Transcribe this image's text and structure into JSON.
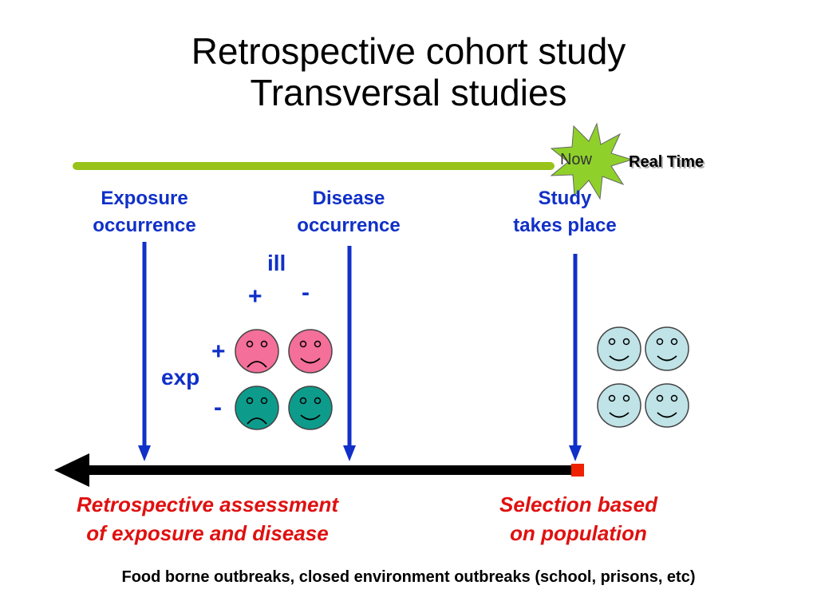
{
  "title": {
    "line1": "Retrospective cohort study",
    "line2": "Transversal studies"
  },
  "timeline": {
    "now_label": "Now",
    "real_time_label": "Real Time"
  },
  "stages": {
    "exposure": {
      "line1": "Exposure",
      "line2": "occurrence"
    },
    "disease": {
      "line1": "Disease",
      "line2": "occurrence"
    },
    "study": {
      "line1": "Study",
      "line2": "takes place"
    }
  },
  "table": {
    "ill_label": "ill",
    "col_plus": "+",
    "col_minus": "-",
    "exp_label": "exp",
    "row_plus": "+",
    "row_minus": "-"
  },
  "bottom_labels": {
    "retrospective": {
      "line1": "Retrospective assessment",
      "line2": "of exposure and disease"
    },
    "selection": {
      "line1": "Selection based",
      "line2": "on population"
    }
  },
  "footer": "Food borne outbreaks, closed environment outbreaks (school, prisons, etc)",
  "colors": {
    "timeline_green": "#99c31a",
    "star_green": "#8fd12a",
    "arrow_blue": "#1030c8",
    "label_red": "#e01010",
    "face_pink": "#f46f9a",
    "face_teal": "#0d9c8c",
    "face_lightblue": "#bfe3e6",
    "marker_red": "#ee2200"
  }
}
